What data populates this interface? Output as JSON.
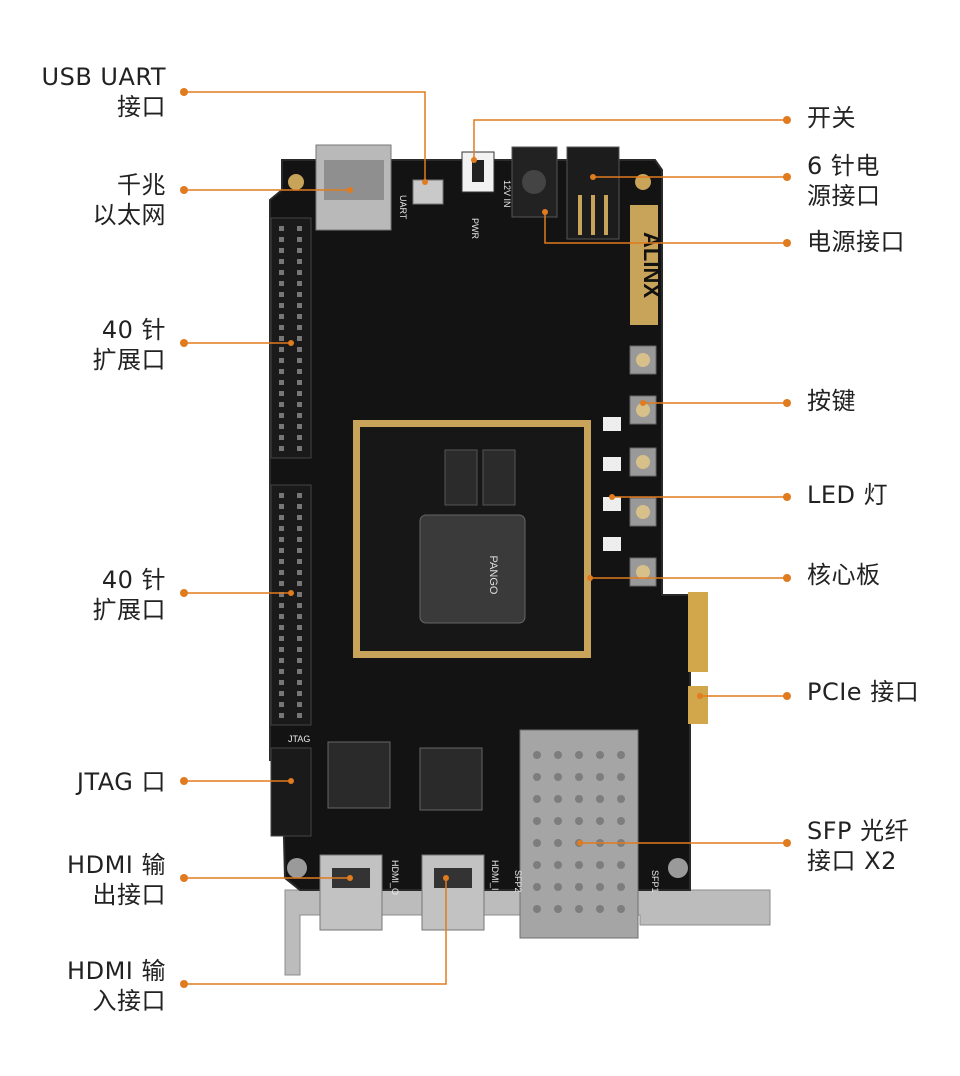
{
  "colors": {
    "leader_line": "#e07b1f",
    "board": "#111111",
    "gold": "#c8a45a",
    "background": "#ffffff"
  },
  "board": {
    "brand": "ALINX",
    "core_chip_brand": "PANGO",
    "connector_marks": [
      "UART",
      "PWR",
      "12V IN",
      "JTAG",
      "SFP1",
      "SFP2",
      "HDMI_O",
      "HDMI_I"
    ]
  },
  "callouts": {
    "usb_uart": [
      "USB UART",
      "接口"
    ],
    "gigabit_ethernet": [
      "千兆",
      "以太网"
    ],
    "header_40pin_1": [
      "40 针",
      "扩展口"
    ],
    "header_40pin_2": [
      "40 针",
      "扩展口"
    ],
    "jtag": [
      "JTAG 口"
    ],
    "hdmi_out": [
      "HDMI 输",
      "出接口"
    ],
    "hdmi_in": [
      "HDMI 输",
      "入接口"
    ],
    "switch": [
      "开关"
    ],
    "power_6pin": [
      "6 针电",
      "源接口"
    ],
    "power_jack": [
      "电源接口"
    ],
    "buttons": [
      "按键"
    ],
    "led": [
      "LED 灯"
    ],
    "core_board": [
      "核心板"
    ],
    "pcie": [
      "PCIe 接口"
    ],
    "sfp": [
      "SFP 光纤",
      "接口 X2"
    ]
  }
}
